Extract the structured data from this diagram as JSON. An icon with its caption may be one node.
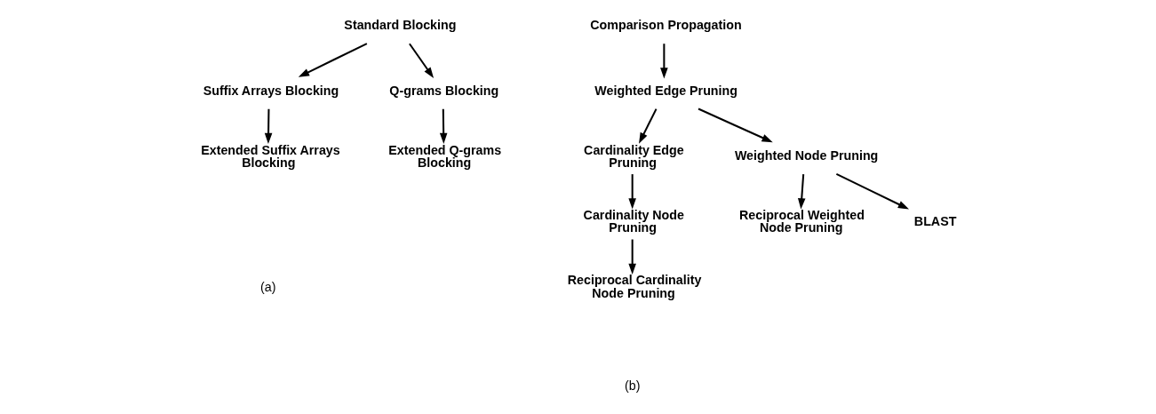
{
  "diagram": {
    "nodes": [
      {
        "text": [
          "Standard Blocking"
        ]
      },
      {
        "text": [
          "Suffix Arrays Blocking"
        ]
      },
      {
        "text": [
          "Q-grams Blocking"
        ]
      },
      {
        "text": [
          "Extended Suffix Arrays Blocking"
        ]
      },
      {
        "text": [
          "Extended Q-grams Blocking"
        ]
      },
      {
        "text": [
          "Comparison Propagation"
        ]
      },
      {
        "text": [
          "Weighted Edge Pruning"
        ]
      },
      {
        "text": [
          "Cardinality Edge Pruning"
        ]
      },
      {
        "text": [
          "Weighted Node Pruning"
        ]
      },
      {
        "text": [
          "Cardinality Node Pruning"
        ]
      },
      {
        "text": [
          "Reciprocal Weighted Node Pruning"
        ]
      },
      {
        "text": [
          "BLAST"
        ]
      },
      {
        "text": [
          "Reciprocal Cardinality Node Pruning"
        ]
      }
    ],
    "edges": [
      {
        "from": 0,
        "to": 1,
        "arrow": "to"
      },
      {
        "from": 0,
        "to": 2,
        "arrow": "to"
      },
      {
        "from": 1,
        "to": 3,
        "arrow": "to"
      },
      {
        "from": 2,
        "to": 4,
        "arrow": "to"
      },
      {
        "from": 5,
        "to": 6,
        "arrow": "to"
      },
      {
        "from": 6,
        "to": 7,
        "arrow": "to"
      },
      {
        "from": 6,
        "to": 8,
        "arrow": "to"
      },
      {
        "from": 7,
        "to": 9,
        "arrow": "to"
      },
      {
        "from": 9,
        "to": 12,
        "arrow": "to"
      },
      {
        "from": 8,
        "to": 10,
        "arrow": "to"
      },
      {
        "from": 8,
        "to": 11,
        "arrow": "to"
      }
    ],
    "labels": [
      "(a)",
      "(b)"
    ]
  }
}
